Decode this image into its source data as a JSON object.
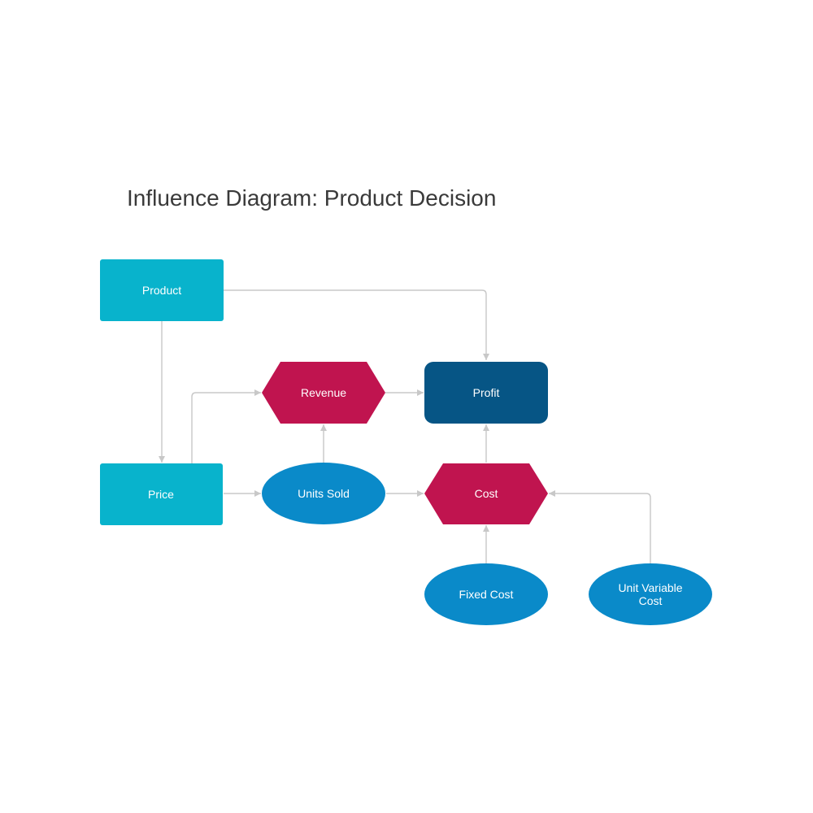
{
  "title": "Influence Diagram: Product Decision",
  "colors": {
    "decision": "#08b3cc",
    "chance": "#0a8ac9",
    "deterministic": "#c0144f",
    "value": "#065585",
    "edge": "#c8c8c8"
  },
  "nodes": {
    "product": {
      "label": "Product",
      "type": "decision"
    },
    "price": {
      "label": "Price",
      "type": "decision"
    },
    "revenue": {
      "label": "Revenue",
      "type": "deterministic"
    },
    "profit": {
      "label": "Profit",
      "type": "value"
    },
    "units_sold": {
      "label": "Units Sold",
      "type": "chance"
    },
    "cost": {
      "label": "Cost",
      "type": "deterministic"
    },
    "fixed_cost": {
      "label": "Fixed Cost",
      "type": "chance"
    },
    "unit_variable_cost": {
      "label_line1": "Unit Variable",
      "label_line2": "Cost",
      "type": "chance"
    }
  },
  "edges": [
    {
      "from": "Product",
      "to": "Profit"
    },
    {
      "from": "Product",
      "to": "Price"
    },
    {
      "from": "Price",
      "to": "Revenue"
    },
    {
      "from": "Price",
      "to": "Units Sold"
    },
    {
      "from": "Revenue",
      "to": "Profit"
    },
    {
      "from": "Units Sold",
      "to": "Revenue"
    },
    {
      "from": "Units Sold",
      "to": "Cost"
    },
    {
      "from": "Cost",
      "to": "Profit"
    },
    {
      "from": "Fixed Cost",
      "to": "Cost"
    },
    {
      "from": "Unit Variable Cost",
      "to": "Cost"
    }
  ]
}
